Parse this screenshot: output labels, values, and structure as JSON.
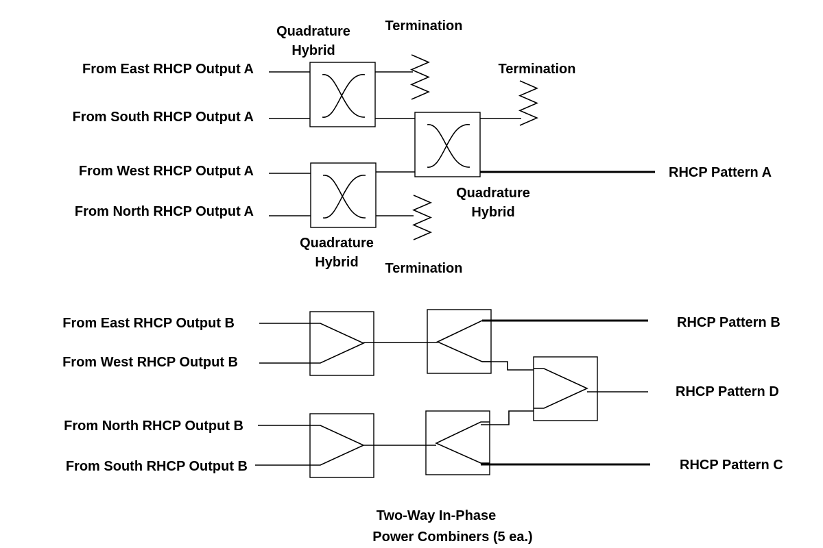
{
  "top": {
    "inputs": [
      "From East RHCP Output A",
      "From South RHCP Output A",
      "From West RHCP Output A",
      "From North RHCP Output A"
    ],
    "hybrid_label_1": [
      "Quadrature",
      "Hybrid"
    ],
    "hybrid_label_2": [
      "Quadrature",
      "Hybrid"
    ],
    "hybrid_label_3": [
      "Quadrature",
      "Hybrid"
    ],
    "termination_1": "Termination",
    "termination_2": "Termination",
    "termination_3": "Termination",
    "output": "RHCP Pattern A"
  },
  "bottom": {
    "inputs": [
      "From East RHCP Output  B",
      "From West RHCP Output  B",
      "From North RHCP Output  B",
      "From South RHCP Output  B"
    ],
    "outputs": [
      "RHCP Pattern B",
      "RHCP Pattern D",
      "RHCP Pattern C"
    ],
    "caption": [
      "Two-Way In-Phase",
      "Power Combiners  (5 ea.)"
    ]
  }
}
